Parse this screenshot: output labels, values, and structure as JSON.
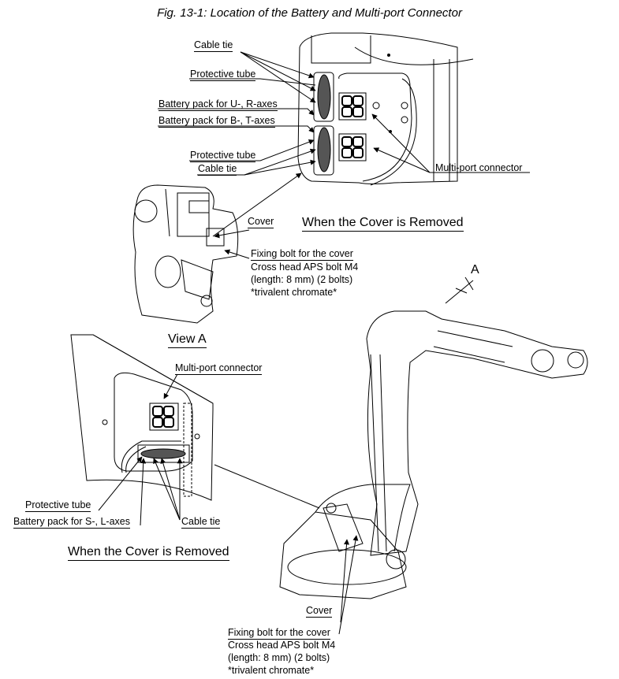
{
  "figure": {
    "title": "Fig. 13-1: Location of the Battery and Multi-port Connector"
  },
  "detail_upper": {
    "labels": {
      "cable_tie_top": "Cable tie",
      "protective_tube_top": "Protective tube",
      "battery_ur": "Battery pack for U-, R-axes",
      "battery_bt": "Battery pack for B-, T-axes",
      "protective_tube_bottom": "Protective tube",
      "cable_tie_bottom": "Cable tie",
      "multiport": "Multi-port connector"
    },
    "caption": "When the Cover is Removed"
  },
  "view_a_arm": {
    "labels": {
      "cover": "Cover",
      "fixing_bolt": "Fixing bolt for the cover",
      "bolt_spec": "Cross head APS bolt M4",
      "bolt_length": "(length: 8 mm) (2 bolts)",
      "bolt_finish": "*trivalent chromate*"
    },
    "caption": "View A"
  },
  "view_arrow_label": "A",
  "detail_lower": {
    "labels": {
      "multiport": "Multi-port connector",
      "protective_tube": "Protective tube",
      "battery_sl": "Battery pack for S-, L-axes",
      "cable_tie": "Cable tie"
    },
    "caption": "When the Cover is Removed"
  },
  "robot_base": {
    "labels": {
      "cover": "Cover",
      "fixing_bolt": "Fixing bolt for the cover",
      "bolt_spec": "Cross head APS bolt M4",
      "bolt_length": "(length: 8 mm) (2 bolts)",
      "bolt_finish": "*trivalent chromate*"
    }
  }
}
